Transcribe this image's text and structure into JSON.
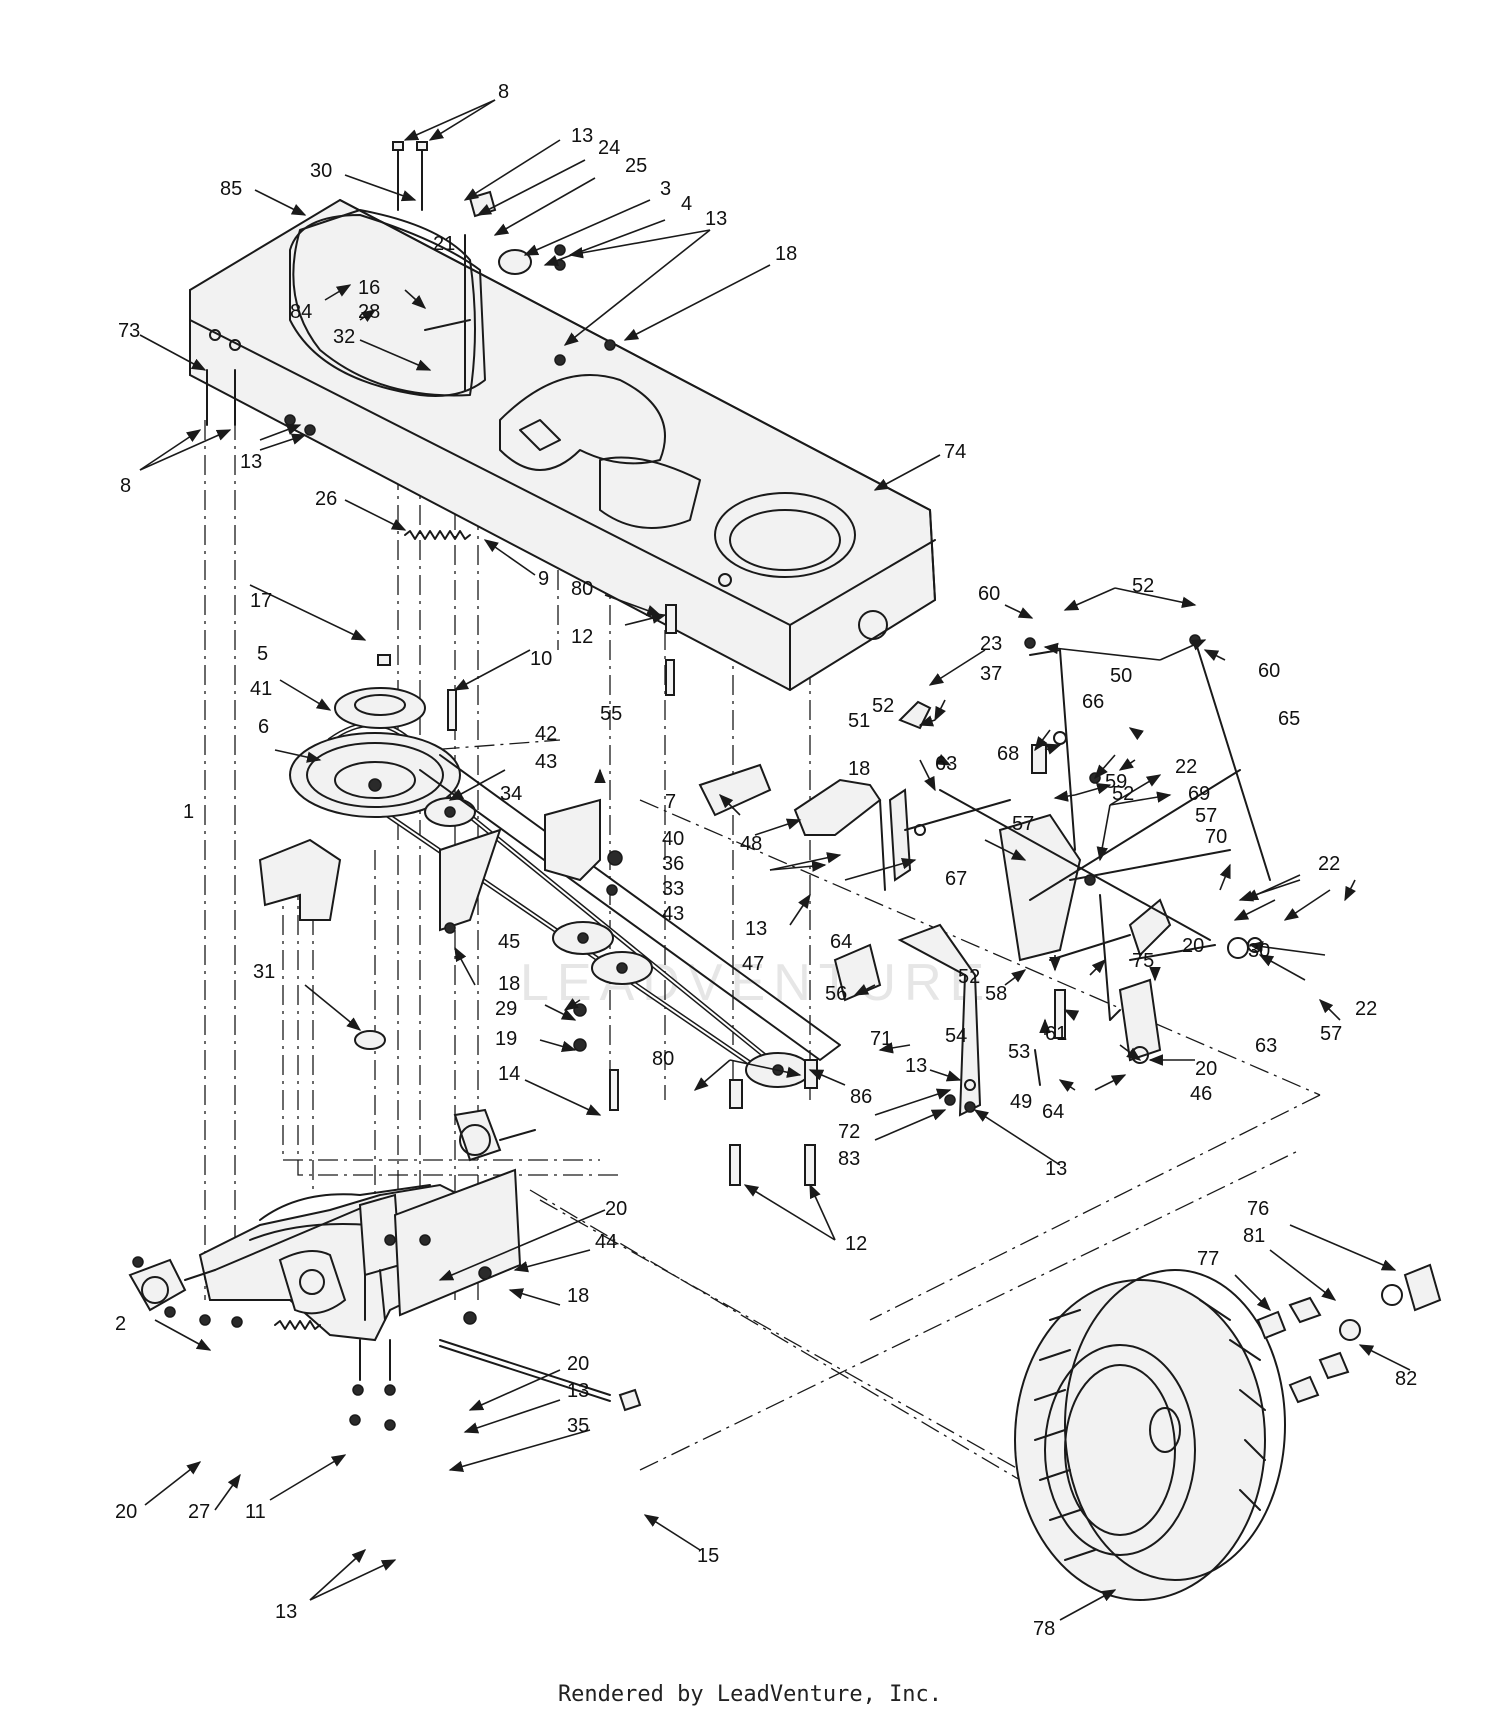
{
  "footer": {
    "text": "Rendered by LeadVenture, Inc."
  },
  "watermark": {
    "text": "LEADVENTURE"
  },
  "callouts": [
    {
      "id": "c-8a",
      "label": "8"
    },
    {
      "id": "c-13a",
      "label": "13"
    },
    {
      "id": "c-24",
      "label": "24"
    },
    {
      "id": "c-25",
      "label": "25"
    },
    {
      "id": "c-30a",
      "label": "30"
    },
    {
      "id": "c-3",
      "label": "3"
    },
    {
      "id": "c-4",
      "label": "4"
    },
    {
      "id": "c-13b",
      "label": "13"
    },
    {
      "id": "c-85",
      "label": "85"
    },
    {
      "id": "c-21",
      "label": "21"
    },
    {
      "id": "c-18a",
      "label": "18"
    },
    {
      "id": "c-16",
      "label": "16"
    },
    {
      "id": "c-84",
      "label": "84"
    },
    {
      "id": "c-28",
      "label": "28"
    },
    {
      "id": "c-73",
      "label": "73"
    },
    {
      "id": "c-32",
      "label": "32"
    },
    {
      "id": "c-13c",
      "label": "13"
    },
    {
      "id": "c-8b",
      "label": "8"
    },
    {
      "id": "c-74",
      "label": "74"
    },
    {
      "id": "c-26",
      "label": "26"
    },
    {
      "id": "c-9",
      "label": "9"
    },
    {
      "id": "c-80a",
      "label": "80"
    },
    {
      "id": "c-60a",
      "label": "60"
    },
    {
      "id": "c-52a",
      "label": "52"
    },
    {
      "id": "c-17",
      "label": "17"
    },
    {
      "id": "c-12a",
      "label": "12"
    },
    {
      "id": "c-23",
      "label": "23"
    },
    {
      "id": "c-50",
      "label": "50"
    },
    {
      "id": "c-60b",
      "label": "60"
    },
    {
      "id": "c-5",
      "label": "5"
    },
    {
      "id": "c-10",
      "label": "10"
    },
    {
      "id": "c-37",
      "label": "37"
    },
    {
      "id": "c-41",
      "label": "41"
    },
    {
      "id": "c-52b",
      "label": "52"
    },
    {
      "id": "c-66",
      "label": "66"
    },
    {
      "id": "c-65",
      "label": "65"
    },
    {
      "id": "c-55",
      "label": "55"
    },
    {
      "id": "c-51",
      "label": "51"
    },
    {
      "id": "c-6",
      "label": "6"
    },
    {
      "id": "c-42",
      "label": "42"
    },
    {
      "id": "c-63a",
      "label": "63"
    },
    {
      "id": "c-68",
      "label": "68"
    },
    {
      "id": "c-18b",
      "label": "18"
    },
    {
      "id": "c-43a",
      "label": "43"
    },
    {
      "id": "c-22a",
      "label": "22"
    },
    {
      "id": "c-59",
      "label": "59"
    },
    {
      "id": "c-34",
      "label": "34"
    },
    {
      "id": "c-7",
      "label": "7"
    },
    {
      "id": "c-1",
      "label": "1"
    },
    {
      "id": "c-52c",
      "label": "52"
    },
    {
      "id": "c-69",
      "label": "69"
    },
    {
      "id": "c-40",
      "label": "40"
    },
    {
      "id": "c-48",
      "label": "48"
    },
    {
      "id": "c-57a",
      "label": "57"
    },
    {
      "id": "c-57b",
      "label": "57"
    },
    {
      "id": "c-36",
      "label": "36"
    },
    {
      "id": "c-70",
      "label": "70"
    },
    {
      "id": "c-33",
      "label": "33"
    },
    {
      "id": "c-22b",
      "label": "22"
    },
    {
      "id": "c-67",
      "label": "67"
    },
    {
      "id": "c-13d",
      "label": "13"
    },
    {
      "id": "c-43b",
      "label": "43"
    },
    {
      "id": "c-64a",
      "label": "64"
    },
    {
      "id": "c-30b",
      "label": "30"
    },
    {
      "id": "c-45",
      "label": "45"
    },
    {
      "id": "c-20a",
      "label": "20"
    },
    {
      "id": "c-47",
      "label": "47"
    },
    {
      "id": "c-52d",
      "label": "52"
    },
    {
      "id": "c-31",
      "label": "31"
    },
    {
      "id": "c-75",
      "label": "75"
    },
    {
      "id": "c-58",
      "label": "58"
    },
    {
      "id": "c-18c",
      "label": "18"
    },
    {
      "id": "c-56",
      "label": "56"
    },
    {
      "id": "c-61",
      "label": "61"
    },
    {
      "id": "c-22c",
      "label": "22"
    },
    {
      "id": "c-57c",
      "label": "57"
    },
    {
      "id": "c-29",
      "label": "29"
    },
    {
      "id": "c-71",
      "label": "71"
    },
    {
      "id": "c-54",
      "label": "54"
    },
    {
      "id": "c-63b",
      "label": "63"
    },
    {
      "id": "c-19",
      "label": "19"
    },
    {
      "id": "c-53",
      "label": "53"
    },
    {
      "id": "c-13e",
      "label": "13"
    },
    {
      "id": "c-20b",
      "label": "20"
    },
    {
      "id": "c-46",
      "label": "46"
    },
    {
      "id": "c-80b",
      "label": "80"
    },
    {
      "id": "c-86",
      "label": "86"
    },
    {
      "id": "c-14",
      "label": "14"
    },
    {
      "id": "c-49",
      "label": "49"
    },
    {
      "id": "c-64b",
      "label": "64"
    },
    {
      "id": "c-72",
      "label": "72"
    },
    {
      "id": "c-83",
      "label": "83"
    },
    {
      "id": "c-13f",
      "label": "13"
    },
    {
      "id": "c-12b",
      "label": "12"
    },
    {
      "id": "c-20c",
      "label": "20"
    },
    {
      "id": "c-76",
      "label": "76"
    },
    {
      "id": "c-44",
      "label": "44"
    },
    {
      "id": "c-81",
      "label": "81"
    },
    {
      "id": "c-77",
      "label": "77"
    },
    {
      "id": "c-18d",
      "label": "18"
    },
    {
      "id": "c-2",
      "label": "2"
    },
    {
      "id": "c-82",
      "label": "82"
    },
    {
      "id": "c-20d",
      "label": "20"
    },
    {
      "id": "c-13g",
      "label": "13"
    },
    {
      "id": "c-35",
      "label": "35"
    },
    {
      "id": "c-20e",
      "label": "20"
    },
    {
      "id": "c-27",
      "label": "27"
    },
    {
      "id": "c-11",
      "label": "11"
    },
    {
      "id": "c-15",
      "label": "15"
    },
    {
      "id": "c-13h",
      "label": "13"
    },
    {
      "id": "c-78",
      "label": "78"
    }
  ]
}
